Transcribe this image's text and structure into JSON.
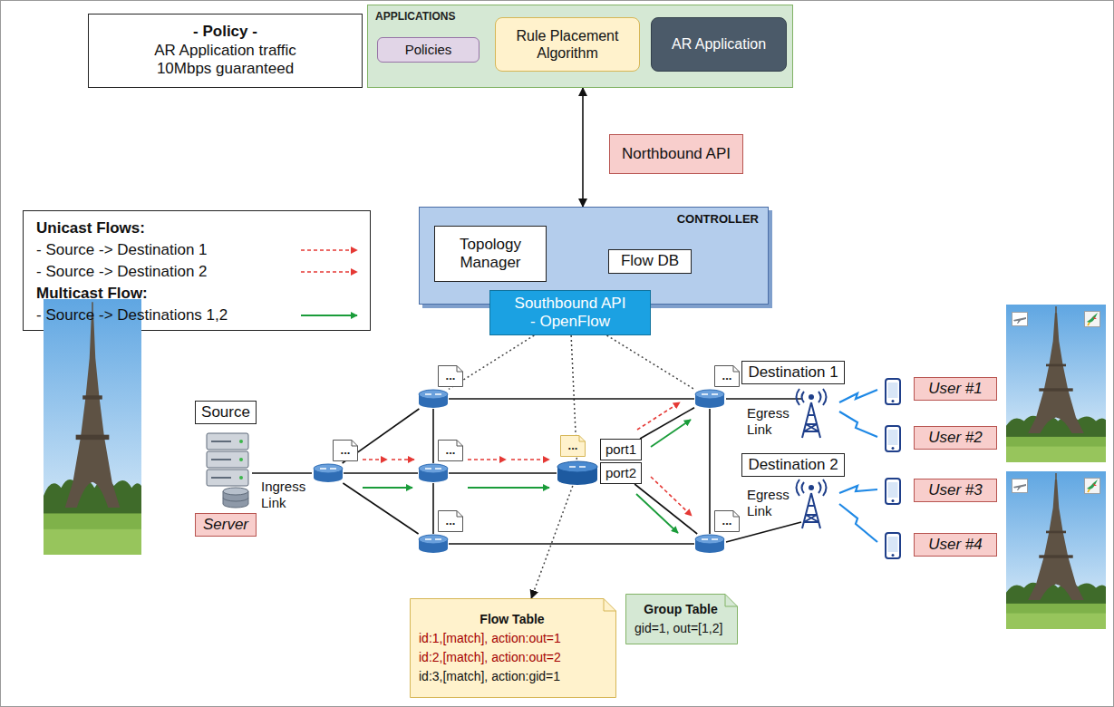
{
  "diagram": {
    "nodes": [
      {
        "text": [
          "- Policy -",
          "AR Application traffic 10Mbps guaranteed"
        ]
      },
      {
        "text": [
          "APPLICATIONS"
        ]
      },
      {
        "text": [
          "Policies"
        ],
        "in": 1
      },
      {
        "text": [
          "Rule Placement Algorithm"
        ],
        "in": 1
      },
      {
        "text": [
          "AR Application"
        ],
        "in": 1
      },
      {
        "text": [
          "Northbound API"
        ]
      },
      {
        "text": [
          "CONTROLLER"
        ]
      },
      {
        "text": [
          "Topology Manager"
        ],
        "in": 6
      },
      {
        "text": [
          "Flow DB"
        ],
        "in": 6
      },
      {
        "text": [
          "Southbound API - OpenFlow"
        ]
      },
      {
        "text": [
          "Source"
        ]
      },
      {
        "text": [
          "Server"
        ]
      },
      {
        "text": [
          "..."
        ]
      },
      {
        "text": [
          "..."
        ]
      },
      {
        "text": [
          "..."
        ]
      },
      {
        "text": [
          "..."
        ]
      },
      {
        "text": [
          "..."
        ]
      },
      {
        "text": [
          "port1"
        ]
      },
      {
        "text": [
          "port2"
        ]
      },
      {
        "text": [
          "..."
        ]
      },
      {
        "text": [
          "..."
        ]
      },
      {
        "text": [
          "Destination 1"
        ]
      },
      {
        "text": [
          "User #1"
        ]
      },
      {
        "text": [
          "User #2"
        ]
      },
      {
        "text": [
          "Destination 2"
        ]
      },
      {
        "text": [
          "User #3"
        ]
      },
      {
        "text": [
          "User #4"
        ]
      },
      {
        "text": [
          "Flow Table",
          "id:1,[match], action:out=1",
          "id:2,[match], action:out=2",
          "id:3,[match], action:gid=1"
        ]
      },
      {
        "text": [
          "Group Table",
          "gid=1, out=[1,2]"
        ]
      }
    ],
    "edges": [
      {
        "from": 1,
        "to": 6,
        "arrow": "both"
      },
      {
        "from": 9,
        "to": 13,
        "arrow": "none"
      },
      {
        "from": 9,
        "to": 16,
        "arrow": "none"
      },
      {
        "from": 9,
        "to": 19,
        "arrow": "none"
      },
      {
        "from": 12,
        "to": 13,
        "arrow": "none"
      },
      {
        "from": 12,
        "to": 14,
        "arrow": "none"
      },
      {
        "from": 12,
        "to": 15,
        "arrow": "none"
      },
      {
        "from": 13,
        "to": 14,
        "arrow": "none"
      },
      {
        "from": 14,
        "to": 15,
        "arrow": "none"
      },
      {
        "from": 13,
        "to": 19,
        "arrow": "none"
      },
      {
        "from": 14,
        "to": 16,
        "arrow": "none"
      },
      {
        "from": 15,
        "to": 20,
        "arrow": "none"
      },
      {
        "from": 17,
        "to": 19,
        "arrow": "none"
      },
      {
        "from": 18,
        "to": 20,
        "arrow": "none"
      },
      {
        "from": 19,
        "to": 20,
        "arrow": "none"
      },
      {
        "from": 16,
        "to": 27,
        "arrow": "to"
      }
    ],
    "labels": [
      "Unicast Flows:",
      "Multicast Flow:",
      "Ingress Link",
      "Egress Link",
      "Egress Link"
    ],
    "legend": [
      {
        "text": "- Source -> Destination 1"
      },
      {
        "text": "- Source -> Destination 2"
      },
      {
        "text": "- Source -> Destinations 1,2"
      }
    ]
  }
}
